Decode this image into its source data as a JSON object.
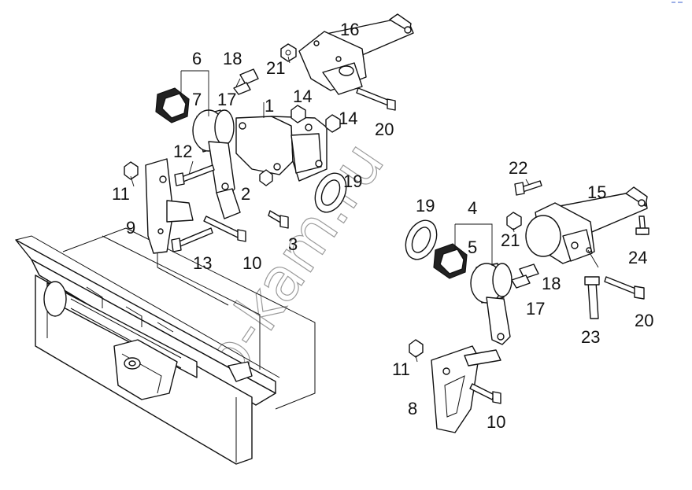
{
  "watermark": {
    "text": "zap-kam.ru",
    "color": "#9a9a9a"
  },
  "callouts": {
    "c1": "1",
    "c2": "2",
    "c3": "3",
    "c4": "4",
    "c5": "5",
    "c6": "6",
    "c7": "7",
    "c8": "8",
    "c9": "9",
    "c10a": "10",
    "c10b": "10",
    "c11a": "11",
    "c11b": "11",
    "c12": "12",
    "c13": "13",
    "c14a": "14",
    "c14b": "14",
    "c15": "15",
    "c16": "16",
    "c17a": "17",
    "c17b": "17",
    "c18a": "18",
    "c18b": "18",
    "c19a": "19",
    "c19b": "19",
    "c20a": "20",
    "c20b": "20",
    "c21a": "21",
    "c21b": "21",
    "c22": "22",
    "c23": "23",
    "c24": "24"
  },
  "colors": {
    "line": "#111111",
    "background": "#ffffff",
    "corner_mark": "#3a5fcd"
  }
}
